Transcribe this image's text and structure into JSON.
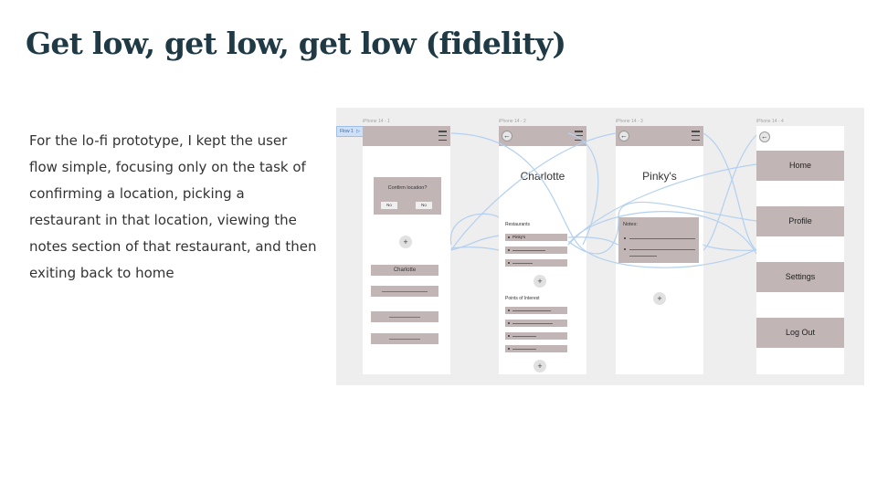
{
  "slide": {
    "title": "Get low, get low, get low (fidelity)",
    "body": "For the lo-fi prototype, I kept the user flow simple, focusing only on the task of confirming a location, picking a restaurant in that location, viewing the notes section of that restaurant, and then exiting back to home"
  },
  "prototype": {
    "flow_label": "Flow 1",
    "frames": [
      {
        "label": "iPhone 14 - 1"
      },
      {
        "label": "iPhone 14 - 2"
      },
      {
        "label": "iPhone 14 - 3"
      },
      {
        "label": "iPhone 14 - 4"
      }
    ],
    "screen1": {
      "dialog_title": "Confirm location?",
      "no_label": "No",
      "yes_label": "No",
      "plus": "+",
      "location": "Charlotte"
    },
    "screen2": {
      "title": "Charlotte",
      "restaurants_label": "Restaurants",
      "first_restaurant": "Pinky's",
      "plus": "+",
      "poi_label": "Points of Interest",
      "plus2": "+"
    },
    "screen3": {
      "title": "Pinky's",
      "notes_label": "Notes:",
      "plus": "+"
    },
    "screen4": {
      "menu": [
        "Home",
        "Profile",
        "Settings",
        "Log Out"
      ]
    }
  },
  "colors": {
    "title": "#1f3a45",
    "wireframe_fill": "#c2b5b5",
    "flow_arrow": "#b3d0f0"
  }
}
